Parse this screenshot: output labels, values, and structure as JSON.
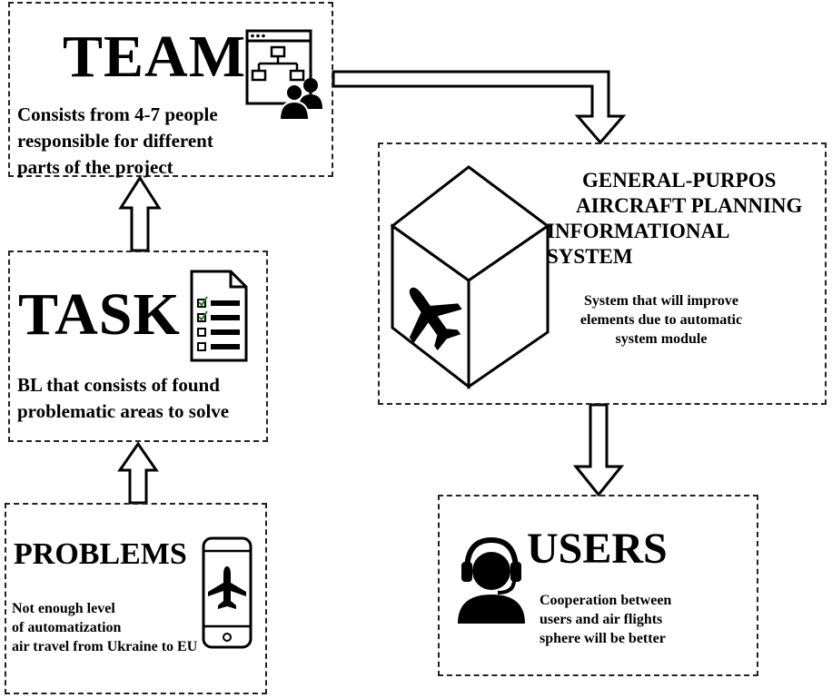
{
  "team": {
    "title": "TEAM",
    "description_lines": [
      "Consists from 4-7 people",
      "responsible for different",
      "parts of the project"
    ],
    "icon": "team-hierarchy-icon"
  },
  "task": {
    "title": "TASK",
    "description_lines": [
      "BL that consists of found",
      "problematic areas to solve"
    ],
    "icon": "document-checklist-icon"
  },
  "problems": {
    "title": "PROBLEMS",
    "description_lines": [
      "Not enough level",
      "of automatization",
      "air travel from Ukraine to EU"
    ],
    "icon": "smartphone-airplane-icon"
  },
  "system": {
    "title_lines": [
      "GENERAL-PURPOS",
      "AIRCRAFT PLANNING",
      "INFORMATIONAL",
      "SYSTEM"
    ],
    "description_lines": [
      "System that will improve",
      "elements due to automatic",
      "system module"
    ],
    "icon": "cube-airplane-icon"
  },
  "users": {
    "title": "USERS",
    "description_lines": [
      "Cooperation between",
      "users and air flights",
      "sphere will be better"
    ],
    "icon": "headset-user-icon"
  },
  "colors": {
    "ink": "#000000",
    "border": "#222222",
    "background": "#ffffff"
  }
}
